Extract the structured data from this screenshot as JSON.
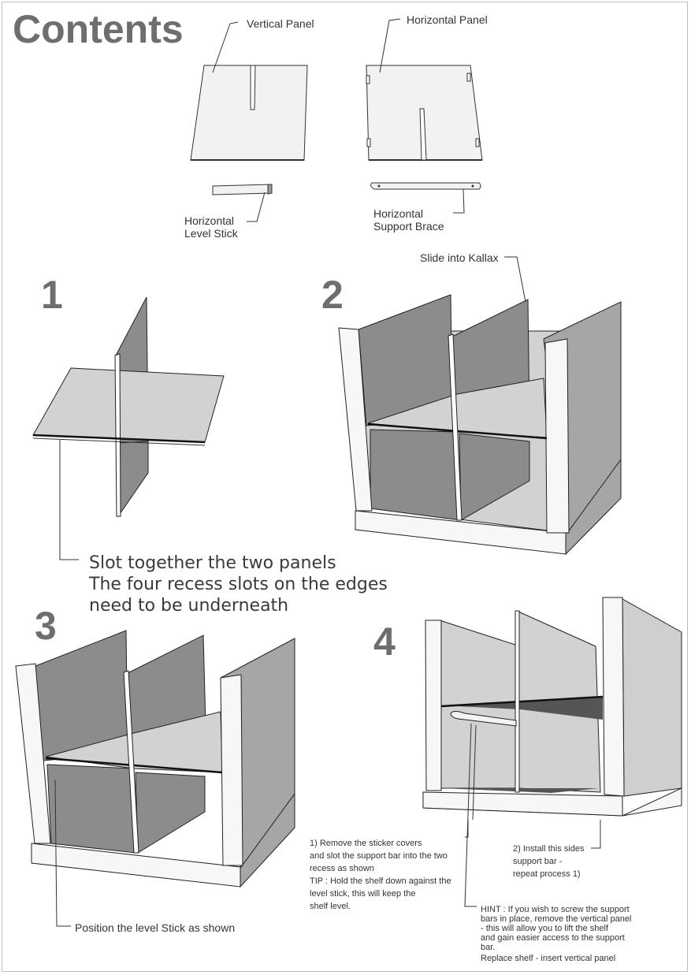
{
  "title": "Contents",
  "parts": {
    "vertical_panel": "Vertical Panel",
    "horizontal_panel": "Horizontal Panel",
    "level_stick": [
      "Horizontal",
      "Level Stick"
    ],
    "support_brace": [
      "Horizontal",
      "Support Brace"
    ]
  },
  "steps": {
    "s1": "1",
    "s2": "2",
    "s3": "3",
    "s4": "4"
  },
  "step2_note": "Slide into Kallax",
  "step1_note": [
    "Slot together the two panels",
    "The four recess slots on the edges",
    "need to be underneath"
  ],
  "step3_note": "Position the level Stick as shown",
  "step4_note_a": [
    "1) Remove the sticker covers",
    "and slot the support bar into the two",
    "recess as shown",
    "TIP : Hold the shelf down against the",
    "level stick, this will keep the",
    "shelf level."
  ],
  "step4_note_b": [
    "2) Install this sides",
    "support bar -",
    "repeat process 1)"
  ],
  "step4_hint": [
    "HINT : If you wish to screw the support",
    "bars in place, remove the vertical panel",
    "- this will allow you to lift the shelf",
    "and gain easier access to  the support",
    "bar.",
    "Replace shelf - insert vertical panel"
  ]
}
